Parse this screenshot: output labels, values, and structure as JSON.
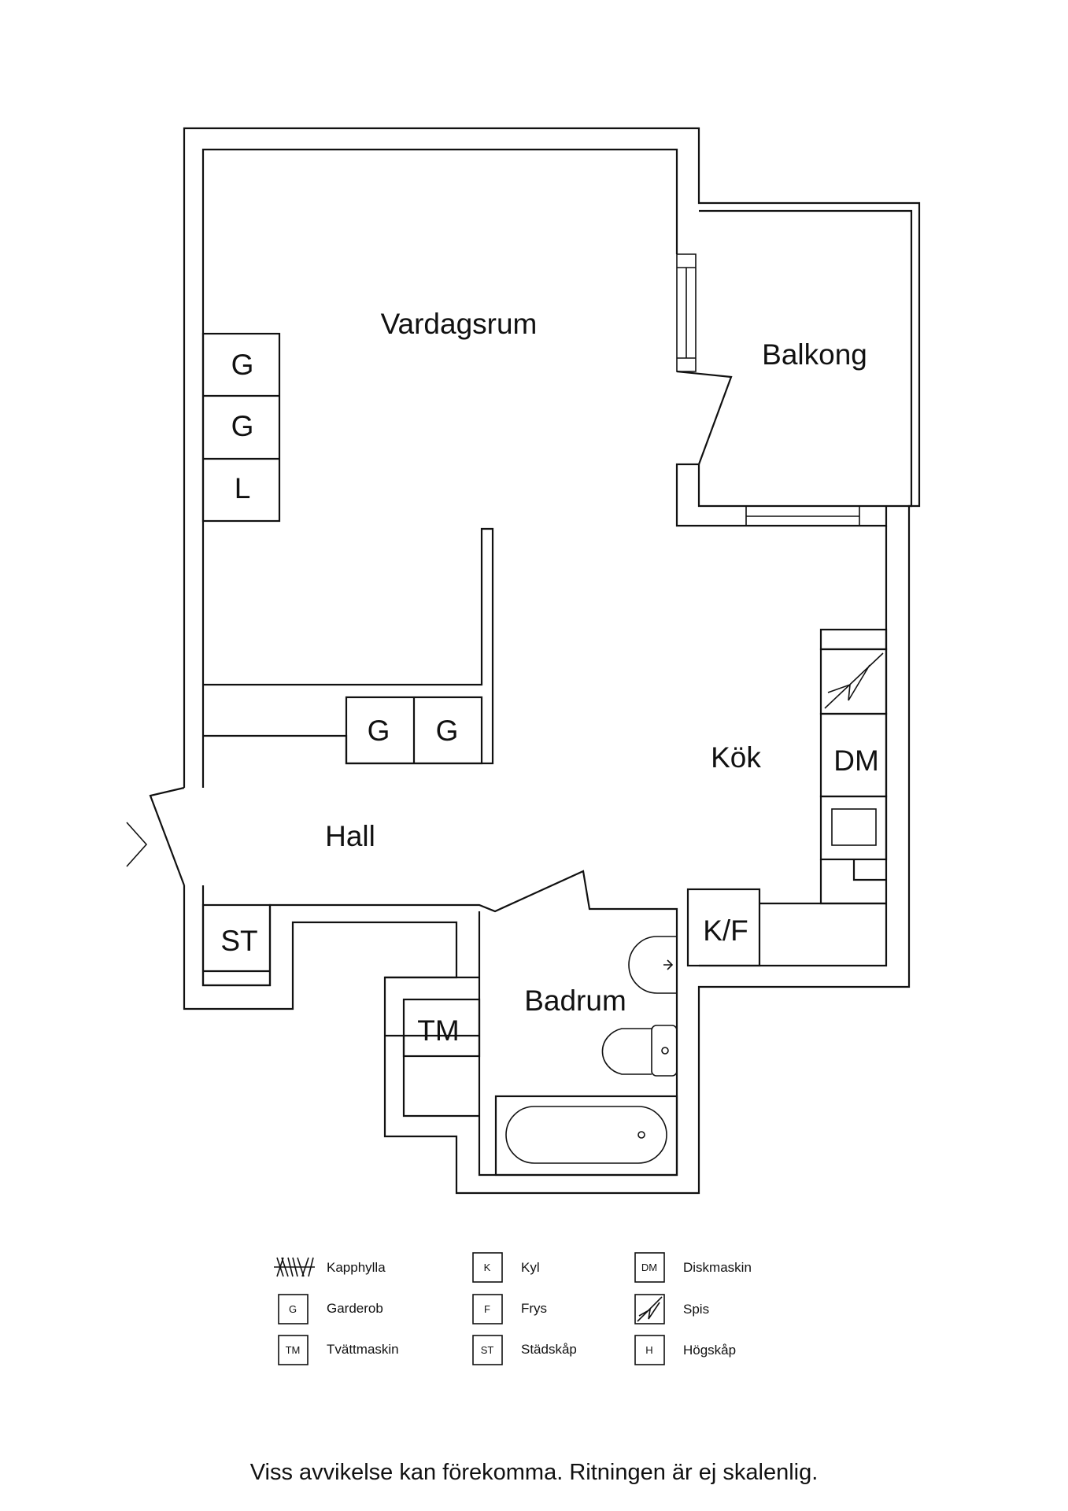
{
  "rooms": {
    "vardagsrum": "Vardagsrum",
    "balkong": "Balkong",
    "kok": "Kök",
    "hall": "Hall",
    "badrum": "Badrum"
  },
  "units": {
    "wardrobe_1": "G",
    "wardrobe_2": "G",
    "linen": "L",
    "wardrobe_3": "G",
    "wardrobe_4": "G",
    "dishwasher": "DM",
    "fridge_freezer": "K/F",
    "cleaning_cabinet": "ST",
    "washing_machine": "TM"
  },
  "legend": [
    {
      "code": "",
      "symbol": "coat-rack",
      "label": "Kapphylla"
    },
    {
      "code": "G",
      "symbol": "box",
      "label": "Garderob"
    },
    {
      "code": "TM",
      "symbol": "box",
      "label": "Tvättmaskin"
    },
    {
      "code": "K",
      "symbol": "box",
      "label": "Kyl"
    },
    {
      "code": "F",
      "symbol": "box",
      "label": "Frys"
    },
    {
      "code": "ST",
      "symbol": "box",
      "label": "Städskåp"
    },
    {
      "code": "DM",
      "symbol": "box",
      "label": "Diskmaskin"
    },
    {
      "code": "",
      "symbol": "stove",
      "label": "Spis"
    },
    {
      "code": "H",
      "symbol": "box",
      "label": "Högskåp"
    }
  ],
  "disclaimer": "Viss avvikelse kan förekomma. Ritningen är ej skalenlig."
}
